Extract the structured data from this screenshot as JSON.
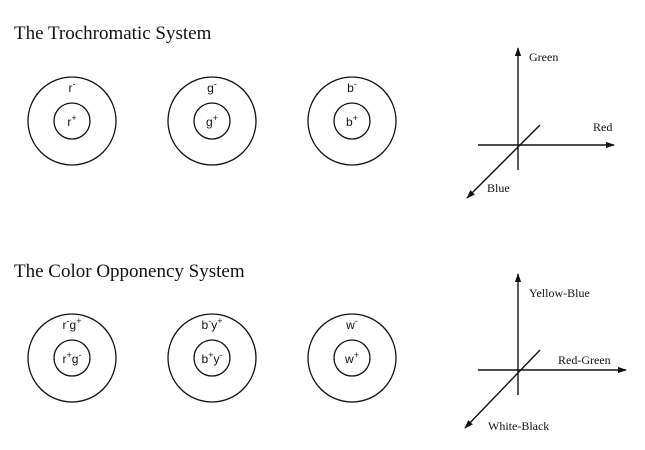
{
  "colors": {
    "ink": "#111111",
    "background": "#ffffff"
  },
  "sections": [
    {
      "title": "The Trochromatic System",
      "cells": [
        {
          "outer": [
            [
              "r",
              "-"
            ]
          ],
          "inner": [
            [
              "r",
              "+"
            ]
          ]
        },
        {
          "outer": [
            [
              "g",
              "-"
            ]
          ],
          "inner": [
            [
              "g",
              "+"
            ]
          ]
        },
        {
          "outer": [
            [
              "b",
              "-"
            ]
          ],
          "inner": [
            [
              "b",
              "+"
            ]
          ]
        }
      ],
      "axes": {
        "vertical": "Green",
        "horizontal": "Red",
        "depth": "Blue"
      }
    },
    {
      "title": "The Color Opponency System",
      "cells": [
        {
          "outer": [
            [
              "r",
              "-"
            ],
            [
              "g",
              "+"
            ]
          ],
          "inner": [
            [
              "r",
              "+"
            ],
            [
              "g",
              "-"
            ]
          ]
        },
        {
          "outer": [
            [
              "b",
              "-"
            ],
            [
              "y",
              "+"
            ]
          ],
          "inner": [
            [
              "b",
              "+"
            ],
            [
              "y",
              "-"
            ]
          ]
        },
        {
          "outer": [
            [
              "w",
              "-"
            ]
          ],
          "inner": [
            [
              "w",
              "+"
            ]
          ]
        }
      ],
      "axes": {
        "vertical": "Yellow-Blue",
        "horizontal": "Red-Green",
        "depth": "White-Black"
      }
    }
  ]
}
